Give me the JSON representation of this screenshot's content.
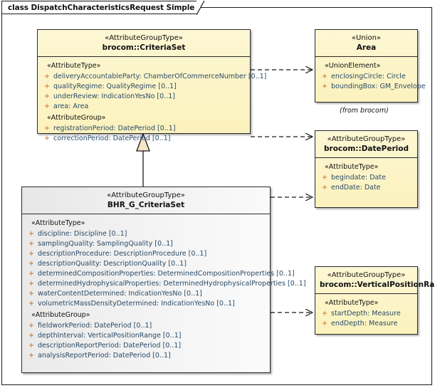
{
  "diagram": {
    "title": "class DispatchCharacteristicsRequest Simple",
    "type": "uml-class-diagram",
    "colors": {
      "class_fill_yellow": "#fcf4c8",
      "class_fill_grey": "#f2f2f2",
      "border": "#2a2a2a",
      "attribute_text": "#2f4f6f",
      "visibility_marker": "#c06a1c",
      "generalization_fill": "#f5e6c8"
    }
  },
  "classes": {
    "criteria_set": {
      "stereotype": "«AttributeGroupType»",
      "name": "brocom::CriteriaSet",
      "sections": [
        {
          "group_label": "«AttributeType»",
          "attributes": [
            {
              "visibility": "+",
              "signature": "deliveryAccountableParty: ChamberOfCommerceNumber [0..1]"
            },
            {
              "visibility": "+",
              "signature": "qualityRegime: QualityRegime [0..1]"
            },
            {
              "visibility": "+",
              "signature": "underReview: IndicationYesNo [0..1]"
            },
            {
              "visibility": "+",
              "signature": "area: Area"
            }
          ]
        },
        {
          "group_label": "«AttributeGroup»",
          "attributes": [
            {
              "visibility": "+",
              "signature": "registrationPeriod: DatePeriod [0..1]"
            },
            {
              "visibility": "+",
              "signature": "correctionPeriod: DatePeriod [0..1]"
            }
          ]
        }
      ]
    },
    "bhr_g_criteria_set": {
      "stereotype": "«AttributeGroupType»",
      "name": "BHR_G_CriteriaSet",
      "sections": [
        {
          "group_label": "«AttributeType»",
          "attributes": [
            {
              "visibility": "+",
              "signature": "discipline: Discipline [0..1]"
            },
            {
              "visibility": "+",
              "signature": "samplingQuality: SamplingQuality [0..1]"
            },
            {
              "visibility": "+",
              "signature": "descriptionProcedure: DescriptionProcedure [0..1]"
            },
            {
              "visibility": "+",
              "signature": "descriptionQuality: DescriptionQuality [0..1]"
            },
            {
              "visibility": "+",
              "signature": "determinedCompositionProperties: DeterminedCompositionProperties [0..1]"
            },
            {
              "visibility": "+",
              "signature": "determinedHydrophysicalProperties: DeterminedHydrophysicalProperties [0..1]"
            },
            {
              "visibility": "+",
              "signature": "waterContentDetermined: IndicationYesNo [0..1]"
            },
            {
              "visibility": "+",
              "signature": "volumetricMassDensityDetermined: IndicationYesNo [0..1]"
            }
          ]
        },
        {
          "group_label": "«AttributeGroup»",
          "attributes": [
            {
              "visibility": "+",
              "signature": "fieldworkPeriod: DatePeriod [0..1]"
            },
            {
              "visibility": "+",
              "signature": "depthInterval: VerticalPositionRange [0..1]"
            },
            {
              "visibility": "+",
              "signature": "descriptionReportPeriod: DatePeriod [0..1]"
            },
            {
              "visibility": "+",
              "signature": "analysisReportPeriod: DatePeriod [0..1]"
            }
          ]
        }
      ]
    },
    "area": {
      "stereotype": "«Union»",
      "name": "Area",
      "note": "(from brocom)",
      "sections": [
        {
          "group_label": "«UnionElement»",
          "attributes": [
            {
              "visibility": "+",
              "signature": "enclosingCircle: Circle"
            },
            {
              "visibility": "+",
              "signature": "boundingBox: GM_Envelope"
            }
          ]
        }
      ]
    },
    "date_period": {
      "stereotype": "«AttributeGroupType»",
      "name": "brocom::DatePeriod",
      "sections": [
        {
          "group_label": "«AttributeType»",
          "attributes": [
            {
              "visibility": "+",
              "signature": "begindate: Date"
            },
            {
              "visibility": "+",
              "signature": "endDate: Date"
            }
          ]
        }
      ]
    },
    "vertical_position_range": {
      "stereotype": "«AttributeGroupType»",
      "name": "brocom::VerticalPositionRange",
      "sections": [
        {
          "group_label": "«AttributeType»",
          "attributes": [
            {
              "visibility": "+",
              "signature": "startDepth: Measure"
            },
            {
              "visibility": "+",
              "signature": "endDepth: Measure"
            }
          ]
        }
      ]
    }
  },
  "relationships": [
    {
      "kind": "generalization",
      "from": "BHR_G_CriteriaSet",
      "to": "brocom::CriteriaSet"
    },
    {
      "kind": "dependency",
      "from": "brocom::CriteriaSet",
      "to": "Area"
    },
    {
      "kind": "dependency",
      "from": "brocom::CriteriaSet",
      "to": "brocom::DatePeriod"
    },
    {
      "kind": "dependency",
      "from": "BHR_G_CriteriaSet",
      "to": "brocom::DatePeriod"
    },
    {
      "kind": "dependency",
      "from": "BHR_G_CriteriaSet",
      "to": "brocom::VerticalPositionRange"
    }
  ]
}
